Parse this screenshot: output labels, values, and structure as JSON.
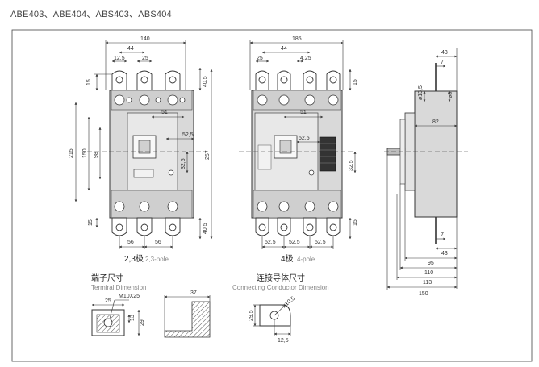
{
  "header": {
    "models": "ABE403、ABE404、ABS403、ABS404"
  },
  "view_3pole": {
    "overall_width": "140",
    "pitch": "44",
    "terminal_width": "25",
    "terminal_offset": "12,5",
    "terminal_height": "15",
    "top_height": "40,5",
    "handle_offset": "51",
    "handle_side": "52,5",
    "body_height": "215",
    "height_150": "150",
    "height_98": "98",
    "overall_height": "257",
    "center_offset": "32,5",
    "bottom_height": "40,5",
    "bottom_terminal": "15",
    "bottom_pitch_1": "56",
    "bottom_pitch_2": "56",
    "caption": "2,3极",
    "caption_sub": "2,3-pole"
  },
  "view_4pole": {
    "overall_width": "185",
    "pitch": "44",
    "terminal_width": "25",
    "terminal_offset": "4,25",
    "terminal_height": "15",
    "handle_offset": "51",
    "handle_side": "52,5",
    "center_offset": "32,5",
    "bottom_terminal": "15",
    "bottom_pitch_1": "52,5",
    "bottom_pitch_2": "52,5",
    "bottom_pitch_3": "52,5",
    "caption": "4极",
    "caption_sub": "4-pole"
  },
  "side_view": {
    "top_width": "43",
    "top_offset": "7",
    "hole_dia_1": "ø13,5",
    "hole_dia_2": "ø8",
    "depth_82": "82",
    "bottom_offset": "7",
    "bottom_width": "43",
    "depth_95": "95",
    "depth_110": "110",
    "depth_113": "113",
    "depth_150": "150"
  },
  "terminal_dim": {
    "title": "端子尺寸",
    "subtitle": "Termiral Dimension",
    "width": "25",
    "screw": "M10X25",
    "h13": "13",
    "h29": "29",
    "cover_width": "37"
  },
  "conductor_dim": {
    "title": "连接导体尺寸",
    "subtitle": "Connecting Conductor Dimension",
    "height": "29,5",
    "hole": "ø10,5",
    "offset": "12,5"
  }
}
